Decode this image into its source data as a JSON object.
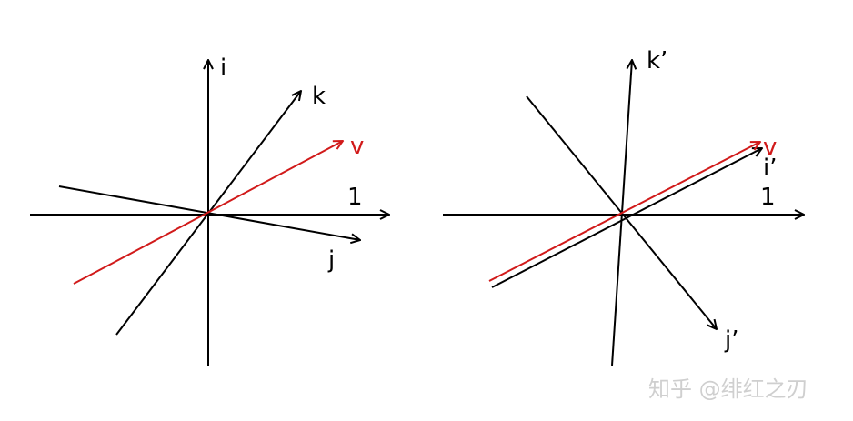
{
  "colors": {
    "axis": "#000000",
    "vector_v": "#d11a1a",
    "watermark": "#cfcfcf"
  },
  "left_diagram": {
    "labels": {
      "i": "i",
      "k": "k",
      "v": "v",
      "one": "1",
      "j": "j"
    }
  },
  "right_diagram": {
    "labels": {
      "k_prime": "k’",
      "v": "v",
      "i_prime": "i’",
      "one": "1",
      "j_prime": "j’"
    }
  },
  "watermark": {
    "text": "知乎 @绯红之刃"
  }
}
